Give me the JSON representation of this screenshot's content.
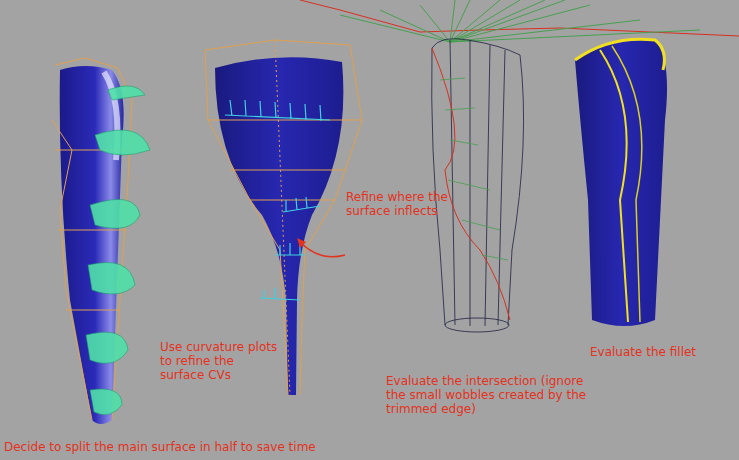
{
  "diagram": {
    "labels": [
      "Refine where the surface inflects",
      "Use curvature plots to refine the surface CVs",
      "Evaluate the intersection (ignore the small wobbles created by the trimmed edge)",
      "Evaluate the fillet",
      "Decide to split the main surface in half to save time"
    ]
  }
}
